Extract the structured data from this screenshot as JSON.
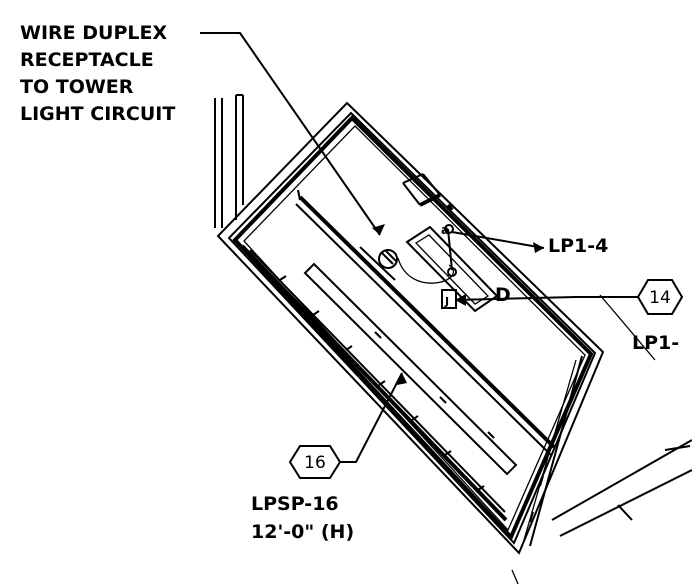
{
  "callouts": {
    "wire_note": [
      "WIRE DUPLEX",
      "RECEPTACLE",
      "TO TOWER",
      "LIGHT CIRCUIT"
    ],
    "circuit_lp1_4": "LP1-4",
    "circuit_lp1_partial": "LP1-",
    "fixture_tag_d": "D",
    "switch_tag": "J",
    "receptacle_tag": "a",
    "hex_14": "14",
    "hex_16": "16",
    "lpsp_label": "LPSP-16",
    "mount_height": "12'-0\" (H)"
  }
}
